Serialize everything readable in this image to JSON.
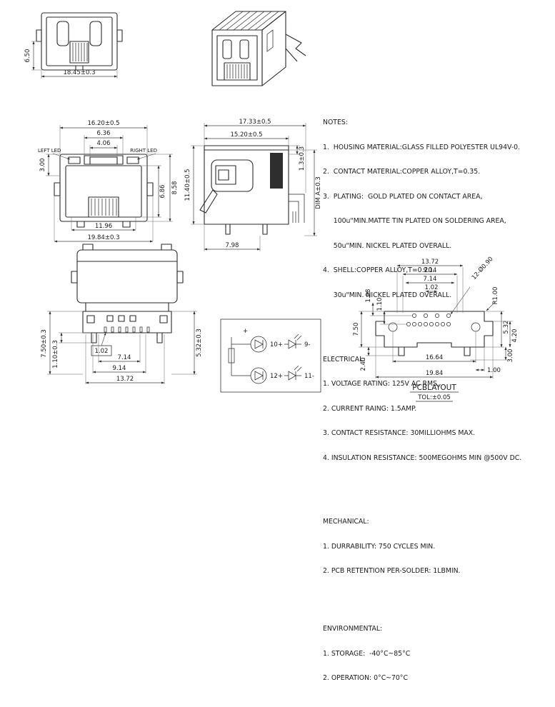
{
  "views": {
    "front_top": {
      "h": "6.50",
      "w": "18.45±0.3"
    },
    "front_led": {
      "w_body": "16.20±0.5",
      "w_outer_slot": "6.36",
      "w_inner_slot": "4.06",
      "left_led": "LEFT LED",
      "right_led": "RIGHT LED",
      "led_offset": "3.00",
      "port_h": "6.86",
      "body_h": "8.58",
      "port_w": "11.96",
      "full_w": "19.84±0.3"
    },
    "side": {
      "full_d": "17.33±0.5",
      "body_d": "15.20±0.5",
      "lip": "1.3±0.3",
      "h": "11.40±0.5",
      "dim_a": "DIM A±0.3",
      "front_d": "7.98"
    },
    "bottom": {
      "pitch": "1.02",
      "d1": "7.14",
      "d2": "9.14",
      "d3": "13.72",
      "h1": "7.50±0.3",
      "h2": "1.10±0.3",
      "h3": "5.32±0.3"
    },
    "circuit": {
      "plus": "+",
      "a1": "10+",
      "c1": "9-",
      "a2": "12+",
      "c2": "11-"
    },
    "pcb": {
      "w1": "13.72",
      "w2": "9.14",
      "w3": "7.14",
      "w4": "1.02",
      "l1": "1.08",
      "l2": "1.10",
      "l3": "7.50",
      "l4": "2.40",
      "holes": "12-Ø0.90",
      "radius": "R1.00",
      "r1": "5.32",
      "r2": "4.20",
      "r3": "3.00",
      "b1": "16.64",
      "b2": "1.00",
      "b3": "19.84",
      "title": "PCBLAYOUT",
      "tol": "TOL:±0.05"
    }
  },
  "notes": {
    "title": "NOTES:",
    "lines": [
      "1.  HOUSING MATERIAL:GLASS FILLED POLYESTER UL94V-0.",
      "2.  CONTACT MATERIAL:COPPER ALLOY,T=0.35.",
      "3.  PLATING:  GOLD PLATED ON CONTACT AREA,",
      "     100u\"MIN.MATTE TIN PLATED ON SOLDERING AREA,",
      "     50u\"MIN. NICKEL PLATED OVERALL.",
      "4.  SHELL:COPPER ALLOY,T=0.20.",
      "     30u\"MIN. NICKEL PLATED OVERALL."
    ]
  },
  "electrical": {
    "title": "ELECTRICAL:",
    "lines": [
      "1. VOLTAGE RATING: 125V AC RMS.",
      "2. CURRENT RAING: 1.5AMP.",
      "3. CONTACT RESISTANCE: 30MILLIOHMS MAX.",
      "4. INSULATION RESISTANCE: 500MEGOHMS MIN @500V DC."
    ]
  },
  "mechanical": {
    "title": "MECHANICAL:",
    "lines": [
      "1. DURRABILITY: 750 CYCLES MIN.",
      "2. PCB RETENTION PER-SOLDER: 1LBMIN."
    ]
  },
  "environmental": {
    "title": "ENVIRONMENTAL:",
    "lines": [
      "1. STORAGE:  -40°C~85°C",
      "2. OPERATION: 0°C~70°C"
    ]
  }
}
